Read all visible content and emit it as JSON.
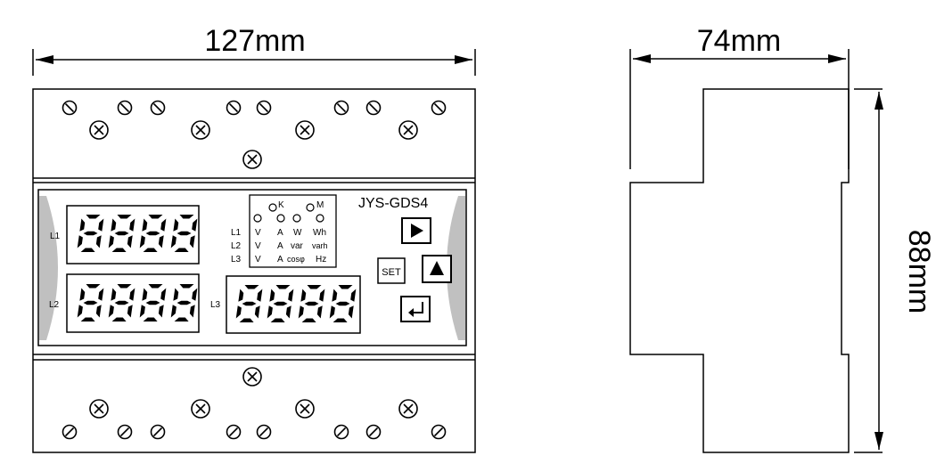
{
  "dimensions": {
    "front_width": "127mm",
    "side_depth": "74mm",
    "side_height": "88mm"
  },
  "model": "JYS-GDS4",
  "displays": [
    {
      "label": "L1",
      "digits": "8888"
    },
    {
      "label": "L2",
      "digits": "8888"
    },
    {
      "label": "L3",
      "digits": "8888"
    }
  ],
  "indicator": {
    "top_marks": [
      "K",
      "M"
    ],
    "rows": [
      {
        "phase": "L1",
        "cells": [
          "V",
          "A",
          "W",
          "Wh"
        ]
      },
      {
        "phase": "L2",
        "cells": [
          "V",
          "A",
          "var",
          "varh"
        ]
      },
      {
        "phase": "L3",
        "cells": [
          "V",
          "A",
          "cosφ",
          "Hz"
        ]
      }
    ]
  },
  "buttons": {
    "next_icon": "play-triangle-icon",
    "set_label": "SET",
    "up_icon": "up-triangle-icon",
    "enter_icon": "enter-return-icon"
  },
  "icons": {
    "terminal_cross": "cross-screw-icon",
    "terminal_slot": "slot-screw-icon"
  },
  "colors": {
    "line": "#000000",
    "side_shade": "#c0c0c0",
    "background": "#ffffff"
  }
}
